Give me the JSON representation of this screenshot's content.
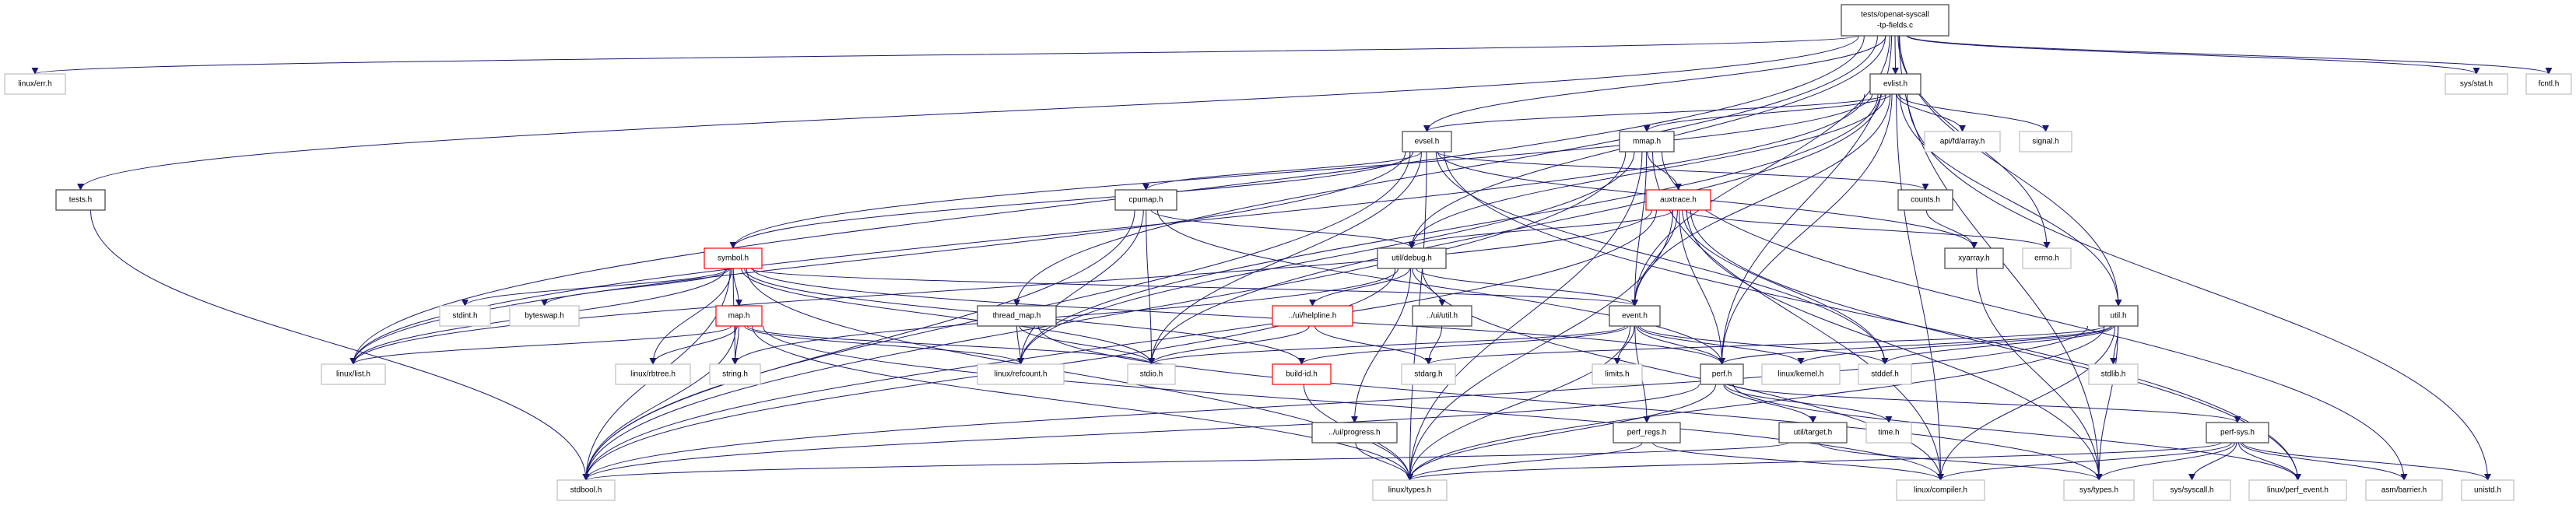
{
  "graph": {
    "edge_color": "#191970",
    "style_colors": {
      "root": "#404040",
      "black": "#404040",
      "red": "#ff0000",
      "gray": "#bfbfbf"
    },
    "root_fill": "#bfbfbf",
    "nodes": [
      {
        "id": "root",
        "lines": [
          "tests/openat-syscall",
          "-tp-fields.c"
        ],
        "style": "root"
      },
      {
        "id": "linux/err.h",
        "lines": [
          "linux/err.h"
        ],
        "style": "gray"
      },
      {
        "id": "evlist.h",
        "lines": [
          "evlist.h"
        ],
        "style": "black"
      },
      {
        "id": "sys/stat.h",
        "lines": [
          "sys/stat.h"
        ],
        "style": "gray"
      },
      {
        "id": "fcntl.h",
        "lines": [
          "fcntl.h"
        ],
        "style": "gray"
      },
      {
        "id": "evsel.h",
        "lines": [
          "evsel.h"
        ],
        "style": "black"
      },
      {
        "id": "mmap.h",
        "lines": [
          "mmap.h"
        ],
        "style": "black"
      },
      {
        "id": "api/fd/array.h",
        "lines": [
          "api/fd/array.h"
        ],
        "style": "gray"
      },
      {
        "id": "signal.h",
        "lines": [
          "signal.h"
        ],
        "style": "gray"
      },
      {
        "id": "tests.h",
        "lines": [
          "tests.h"
        ],
        "style": "black"
      },
      {
        "id": "cpumap.h",
        "lines": [
          "cpumap.h"
        ],
        "style": "black"
      },
      {
        "id": "auxtrace.h",
        "lines": [
          "auxtrace.h"
        ],
        "style": "red"
      },
      {
        "id": "counts.h",
        "lines": [
          "counts.h"
        ],
        "style": "black"
      },
      {
        "id": "symbol.h",
        "lines": [
          "symbol.h"
        ],
        "style": "red"
      },
      {
        "id": "util/debug.h",
        "lines": [
          "util/debug.h"
        ],
        "style": "black"
      },
      {
        "id": "xyarray.h",
        "lines": [
          "xyarray.h"
        ],
        "style": "black"
      },
      {
        "id": "errno.h",
        "lines": [
          "errno.h"
        ],
        "style": "gray"
      },
      {
        "id": "stdint.h",
        "lines": [
          "stdint.h"
        ],
        "style": "gray"
      },
      {
        "id": "byteswap.h",
        "lines": [
          "byteswap.h"
        ],
        "style": "gray"
      },
      {
        "id": "map.h",
        "lines": [
          "map.h"
        ],
        "style": "red"
      },
      {
        "id": "thread_map.h",
        "lines": [
          "thread_map.h"
        ],
        "style": "black"
      },
      {
        "id": "../ui/helpline.h",
        "lines": [
          "../ui/helpline.h"
        ],
        "style": "red"
      },
      {
        "id": "../ui/util.h",
        "lines": [
          "../ui/util.h"
        ],
        "style": "black"
      },
      {
        "id": "event.h",
        "lines": [
          "event.h"
        ],
        "style": "black"
      },
      {
        "id": "util.h",
        "lines": [
          "util.h"
        ],
        "style": "black"
      },
      {
        "id": "linux/list.h",
        "lines": [
          "linux/list.h"
        ],
        "style": "gray"
      },
      {
        "id": "linux/rbtree.h",
        "lines": [
          "linux/rbtree.h"
        ],
        "style": "gray"
      },
      {
        "id": "string.h",
        "lines": [
          "string.h"
        ],
        "style": "gray"
      },
      {
        "id": "linux/refcount.h",
        "lines": [
          "linux/refcount.h"
        ],
        "style": "gray"
      },
      {
        "id": "stdio.h",
        "lines": [
          "stdio.h"
        ],
        "style": "gray"
      },
      {
        "id": "build-id.h",
        "lines": [
          "build-id.h"
        ],
        "style": "red"
      },
      {
        "id": "stdarg.h",
        "lines": [
          "stdarg.h"
        ],
        "style": "gray"
      },
      {
        "id": "limits.h",
        "lines": [
          "limits.h"
        ],
        "style": "gray"
      },
      {
        "id": "perf.h",
        "lines": [
          "perf.h"
        ],
        "style": "black"
      },
      {
        "id": "linux/kernel.h",
        "lines": [
          "linux/kernel.h"
        ],
        "style": "gray"
      },
      {
        "id": "stddef.h",
        "lines": [
          "stddef.h"
        ],
        "style": "gray"
      },
      {
        "id": "stdlib.h",
        "lines": [
          "stdlib.h"
        ],
        "style": "gray"
      },
      {
        "id": "../ui/progress.h",
        "lines": [
          "../ui/progress.h"
        ],
        "style": "black"
      },
      {
        "id": "perf_regs.h",
        "lines": [
          "perf_regs.h"
        ],
        "style": "black"
      },
      {
        "id": "util/target.h",
        "lines": [
          "util/target.h"
        ],
        "style": "black"
      },
      {
        "id": "time.h",
        "lines": [
          "time.h"
        ],
        "style": "gray"
      },
      {
        "id": "perf-sys.h",
        "lines": [
          "perf-sys.h"
        ],
        "style": "black"
      },
      {
        "id": "stdbool.h",
        "lines": [
          "stdbool.h"
        ],
        "style": "gray"
      },
      {
        "id": "linux/types.h",
        "lines": [
          "linux/types.h"
        ],
        "style": "gray"
      },
      {
        "id": "linux/compiler.h",
        "lines": [
          "linux/compiler.h"
        ],
        "style": "gray"
      },
      {
        "id": "sys/types.h",
        "lines": [
          "sys/types.h"
        ],
        "style": "gray"
      },
      {
        "id": "sys/syscall.h",
        "lines": [
          "sys/syscall.h"
        ],
        "style": "gray"
      },
      {
        "id": "linux/perf_event.h",
        "lines": [
          "linux/perf_event.h"
        ],
        "style": "gray"
      },
      {
        "id": "asm/barrier.h",
        "lines": [
          "asm/barrier.h"
        ],
        "style": "gray"
      },
      {
        "id": "unistd.h",
        "lines": [
          "unistd.h"
        ],
        "style": "gray"
      }
    ],
    "edges": [
      [
        "root",
        "linux/err.h"
      ],
      [
        "root",
        "tests.h"
      ],
      [
        "root",
        "evlist.h"
      ],
      [
        "root",
        "evsel.h"
      ],
      [
        "root",
        "thread_map.h"
      ],
      [
        "root",
        "util/debug.h"
      ],
      [
        "root",
        "event.h"
      ],
      [
        "root",
        "perf.h"
      ],
      [
        "root",
        "errno.h"
      ],
      [
        "root",
        "util.h"
      ],
      [
        "root",
        "sys/types.h"
      ],
      [
        "root",
        "sys/stat.h"
      ],
      [
        "root",
        "fcntl.h"
      ],
      [
        "root",
        "linux/list.h"
      ],
      [
        "tests.h",
        "stdbool.h"
      ],
      [
        "evlist.h",
        "evsel.h"
      ],
      [
        "evlist.h",
        "mmap.h"
      ],
      [
        "evlist.h",
        "api/fd/array.h"
      ],
      [
        "evlist.h",
        "signal.h"
      ],
      [
        "evlist.h",
        "linux/list.h"
      ],
      [
        "evlist.h",
        "stdio.h"
      ],
      [
        "evlist.h",
        "event.h"
      ],
      [
        "evlist.h",
        "util.h"
      ],
      [
        "evlist.h",
        "linux/refcount.h"
      ],
      [
        "evlist.h",
        "unistd.h"
      ],
      [
        "evlist.h",
        "linux/compiler.h"
      ],
      [
        "evlist.h",
        "perf.h"
      ],
      [
        "evlist.h",
        "symbol.h"
      ],
      [
        "evlist.h",
        "util/debug.h"
      ],
      [
        "evsel.h",
        "cpumap.h"
      ],
      [
        "evsel.h",
        "symbol.h"
      ],
      [
        "evsel.h",
        "stdio.h"
      ],
      [
        "evsel.h",
        "stdbool.h"
      ],
      [
        "evsel.h",
        "linux/list.h"
      ],
      [
        "evsel.h",
        "linux/perf_event.h"
      ],
      [
        "evsel.h",
        "linux/types.h"
      ],
      [
        "evsel.h",
        "xyarray.h"
      ],
      [
        "evsel.h",
        "counts.h"
      ],
      [
        "evsel.h",
        "stddef.h"
      ],
      [
        "mmap.h",
        "auxtrace.h"
      ],
      [
        "mmap.h",
        "event.h"
      ],
      [
        "mmap.h",
        "linux/compiler.h"
      ],
      [
        "mmap.h",
        "linux/refcount.h"
      ],
      [
        "mmap.h",
        "linux/types.h"
      ],
      [
        "mmap.h",
        "asm/barrier.h"
      ],
      [
        "mmap.h",
        "stdbool.h"
      ],
      [
        "cpumap.h",
        "stdio.h"
      ],
      [
        "cpumap.h",
        "linux/refcount.h"
      ],
      [
        "cpumap.h",
        "util/debug.h"
      ],
      [
        "cpumap.h",
        "perf.h"
      ],
      [
        "cpumap.h",
        "stdbool.h"
      ],
      [
        "auxtrace.h",
        "util/debug.h"
      ],
      [
        "auxtrace.h",
        "event.h"
      ],
      [
        "auxtrace.h",
        "perf.h"
      ],
      [
        "auxtrace.h",
        "errno.h"
      ],
      [
        "auxtrace.h",
        "stdbool.h"
      ],
      [
        "auxtrace.h",
        "stddef.h"
      ],
      [
        "auxtrace.h",
        "linux/list.h"
      ],
      [
        "auxtrace.h",
        "linux/perf_event.h"
      ],
      [
        "auxtrace.h",
        "linux/types.h"
      ],
      [
        "auxtrace.h",
        "sys/types.h"
      ],
      [
        "counts.h",
        "xyarray.h"
      ],
      [
        "xyarray.h",
        "sys/types.h"
      ],
      [
        "util/debug.h",
        "../ui/helpline.h"
      ],
      [
        "util/debug.h",
        "../ui/util.h"
      ],
      [
        "util/debug.h",
        "event.h"
      ],
      [
        "util/debug.h",
        "../ui/progress.h"
      ],
      [
        "util/debug.h",
        "stdbool.h"
      ],
      [
        "util/debug.h",
        "string.h"
      ],
      [
        "util/debug.h",
        "linux/compiler.h"
      ],
      [
        "symbol.h",
        "map.h"
      ],
      [
        "symbol.h",
        "stdint.h"
      ],
      [
        "symbol.h",
        "byteswap.h"
      ],
      [
        "symbol.h",
        "linux/list.h"
      ],
      [
        "symbol.h",
        "linux/rbtree.h"
      ],
      [
        "symbol.h",
        "stdbool.h"
      ],
      [
        "symbol.h",
        "stdio.h"
      ],
      [
        "symbol.h",
        "build-id.h"
      ],
      [
        "symbol.h",
        "event.h"
      ],
      [
        "symbol.h",
        "linux/types.h"
      ],
      [
        "symbol.h",
        "string.h"
      ],
      [
        "symbol.h",
        "perf.h"
      ],
      [
        "map.h",
        "linux/list.h"
      ],
      [
        "map.h",
        "linux/rbtree.h"
      ],
      [
        "map.h",
        "string.h"
      ],
      [
        "map.h",
        "stdio.h"
      ],
      [
        "map.h",
        "stdbool.h"
      ],
      [
        "map.h",
        "linux/types.h"
      ],
      [
        "map.h",
        "linux/compiler.h"
      ],
      [
        "map.h",
        "linux/refcount.h"
      ],
      [
        "thread_map.h",
        "linux/refcount.h"
      ],
      [
        "thread_map.h",
        "stdio.h"
      ],
      [
        "thread_map.h",
        "sys/types.h"
      ],
      [
        "../ui/helpline.h",
        "stdio.h"
      ],
      [
        "../ui/helpline.h",
        "stdarg.h"
      ],
      [
        "../ui/util.h",
        "stdarg.h"
      ],
      [
        "event.h",
        "build-id.h"
      ],
      [
        "event.h",
        "stdio.h"
      ],
      [
        "event.h",
        "limits.h"
      ],
      [
        "event.h",
        "perf.h"
      ],
      [
        "event.h",
        "perf_regs.h"
      ],
      [
        "event.h",
        "linux/kernel.h"
      ],
      [
        "event.h",
        "linux/types.h"
      ],
      [
        "event.h",
        "stddef.h"
      ],
      [
        "util.h",
        "perf.h"
      ],
      [
        "util.h",
        "linux/kernel.h"
      ],
      [
        "util.h",
        "stddef.h"
      ],
      [
        "util.h",
        "stdlib.h"
      ],
      [
        "util.h",
        "sys/types.h"
      ],
      [
        "util.h",
        "linux/compiler.h"
      ],
      [
        "util.h",
        "stdarg.h"
      ],
      [
        "util.h",
        "stdbool.h"
      ],
      [
        "util.h",
        "linux/types.h"
      ],
      [
        "build-id.h",
        "linux/types.h"
      ],
      [
        "perf.h",
        "stdbool.h"
      ],
      [
        "perf.h",
        "linux/types.h"
      ],
      [
        "perf.h",
        "time.h"
      ],
      [
        "perf.h",
        "util/target.h"
      ],
      [
        "perf.h",
        "perf-sys.h"
      ],
      [
        "perf.h",
        "linux/perf_event.h"
      ],
      [
        "perf_regs.h",
        "linux/types.h"
      ],
      [
        "perf_regs.h",
        "linux/compiler.h"
      ],
      [
        "../ui/progress.h",
        "linux/types.h"
      ],
      [
        "util/target.h",
        "stdbool.h"
      ],
      [
        "util/target.h",
        "sys/types.h"
      ],
      [
        "perf-sys.h",
        "unistd.h"
      ],
      [
        "perf-sys.h",
        "sys/types.h"
      ],
      [
        "perf-sys.h",
        "sys/syscall.h"
      ],
      [
        "perf-sys.h",
        "linux/types.h"
      ],
      [
        "perf-sys.h",
        "linux/compiler.h"
      ],
      [
        "perf-sys.h",
        "linux/perf_event.h"
      ],
      [
        "perf-sys.h",
        "asm/barrier.h"
      ]
    ]
  }
}
